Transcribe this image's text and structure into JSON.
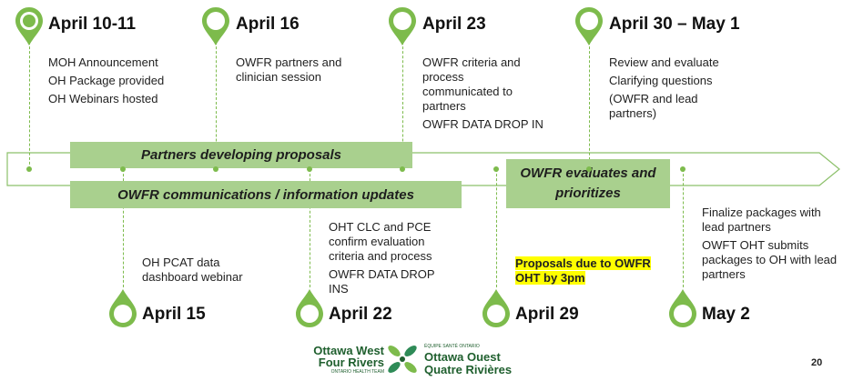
{
  "milestones": {
    "april_10_11": {
      "date": "April 10-11",
      "lines": [
        "MOH Announcement",
        "OH Package provided",
        "OH Webinars hosted"
      ]
    },
    "april_16": {
      "date": "April 16",
      "lines": [
        "OWFR partners and clinician session"
      ]
    },
    "april_23": {
      "date": "April 23",
      "lines": [
        "OWFR criteria and process communicated to partners",
        "OWFR DATA DROP IN"
      ]
    },
    "april_30_may_1": {
      "date": "April 30 – May 1",
      "lines": [
        "Review and evaluate",
        "Clarifying questions",
        "(OWFR and lead partners)"
      ]
    },
    "april_15": {
      "date": "April 15",
      "lines": [
        "OH PCAT data dashboard webinar"
      ]
    },
    "april_22": {
      "date": "April 22",
      "lines": [
        "OHT CLC and PCE confirm evaluation criteria and process",
        "OWFR DATA DROP INS"
      ]
    },
    "april_29": {
      "date": "April 29",
      "lines": [
        "Proposals due to OWFR OHT by 3pm"
      ]
    },
    "may_2": {
      "date": "May 2",
      "lines": [
        "Finalize packages with lead partners",
        "OWFT OHT submits packages to OH with lead partners"
      ]
    }
  },
  "bands": {
    "partners_developing": "Partners developing proposals",
    "owfr_communications": "OWFR communications / information updates",
    "owfr_evaluates": "OWFR evaluates and prioritizes"
  },
  "logo": {
    "en_line1": "Ottawa West",
    "en_line2": "Four Rivers",
    "en_small": "ONTARIO HEALTH TEAM",
    "fr_small": "ÉQUIPE SANTÉ ONTARIO",
    "fr_line1": "Ottawa Ouest",
    "fr_line2": "Quatre Rivières"
  },
  "page_number": "20",
  "colors": {
    "green": "#7dbb4c",
    "band": "#a9d08e",
    "highlight": "#ffff00",
    "arrow_outline": "#8cc06a"
  }
}
